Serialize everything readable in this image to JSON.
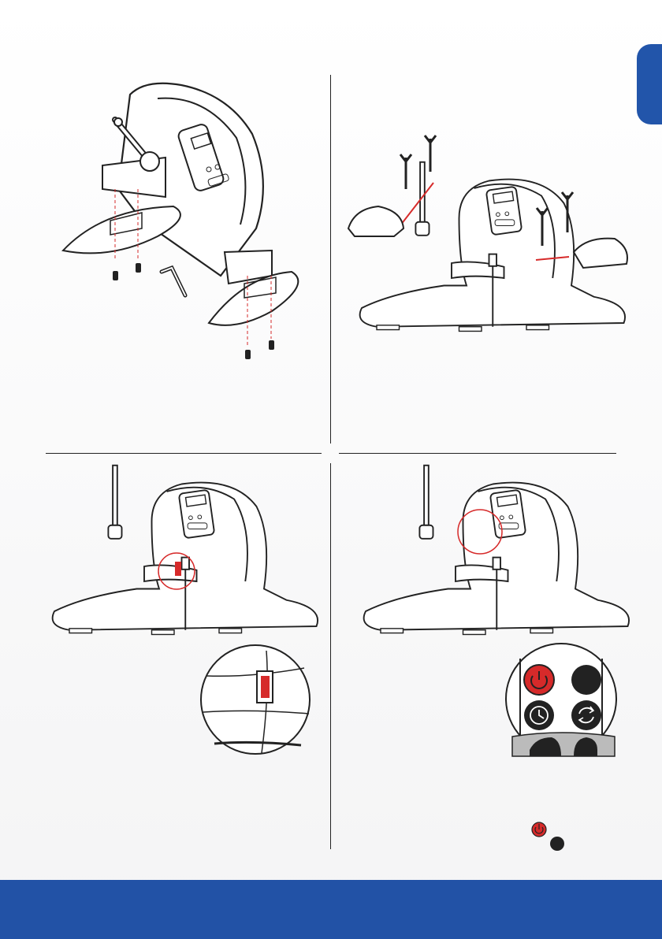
{
  "page": {
    "side_tab": {
      "color": "#2255aa"
    },
    "footer": {
      "color": "#2252a6"
    }
  },
  "panels": [
    {
      "id": "attach-stabilizers",
      "illustration": "exerciser-base-screws-icon"
    },
    {
      "id": "attach-pedals",
      "illustration": "exerciser-pedals-wrench-icon"
    },
    {
      "id": "power-switch",
      "illustration": "exerciser-power-switch-icon",
      "highlight_color": "#d62a2a"
    },
    {
      "id": "control-panel",
      "illustration": "exerciser-control-panel-icon",
      "highlight_color": "#d62a2a"
    }
  ],
  "control_buttons": [
    {
      "name": "power",
      "icon": "power-icon",
      "color": "#d62a2a"
    },
    {
      "name": "mode",
      "icon": "blank-icon",
      "color": "#222222"
    },
    {
      "name": "timer",
      "icon": "clock-icon",
      "color": "#222222"
    },
    {
      "name": "reverse",
      "icon": "rotate-icon",
      "color": "#222222"
    }
  ]
}
